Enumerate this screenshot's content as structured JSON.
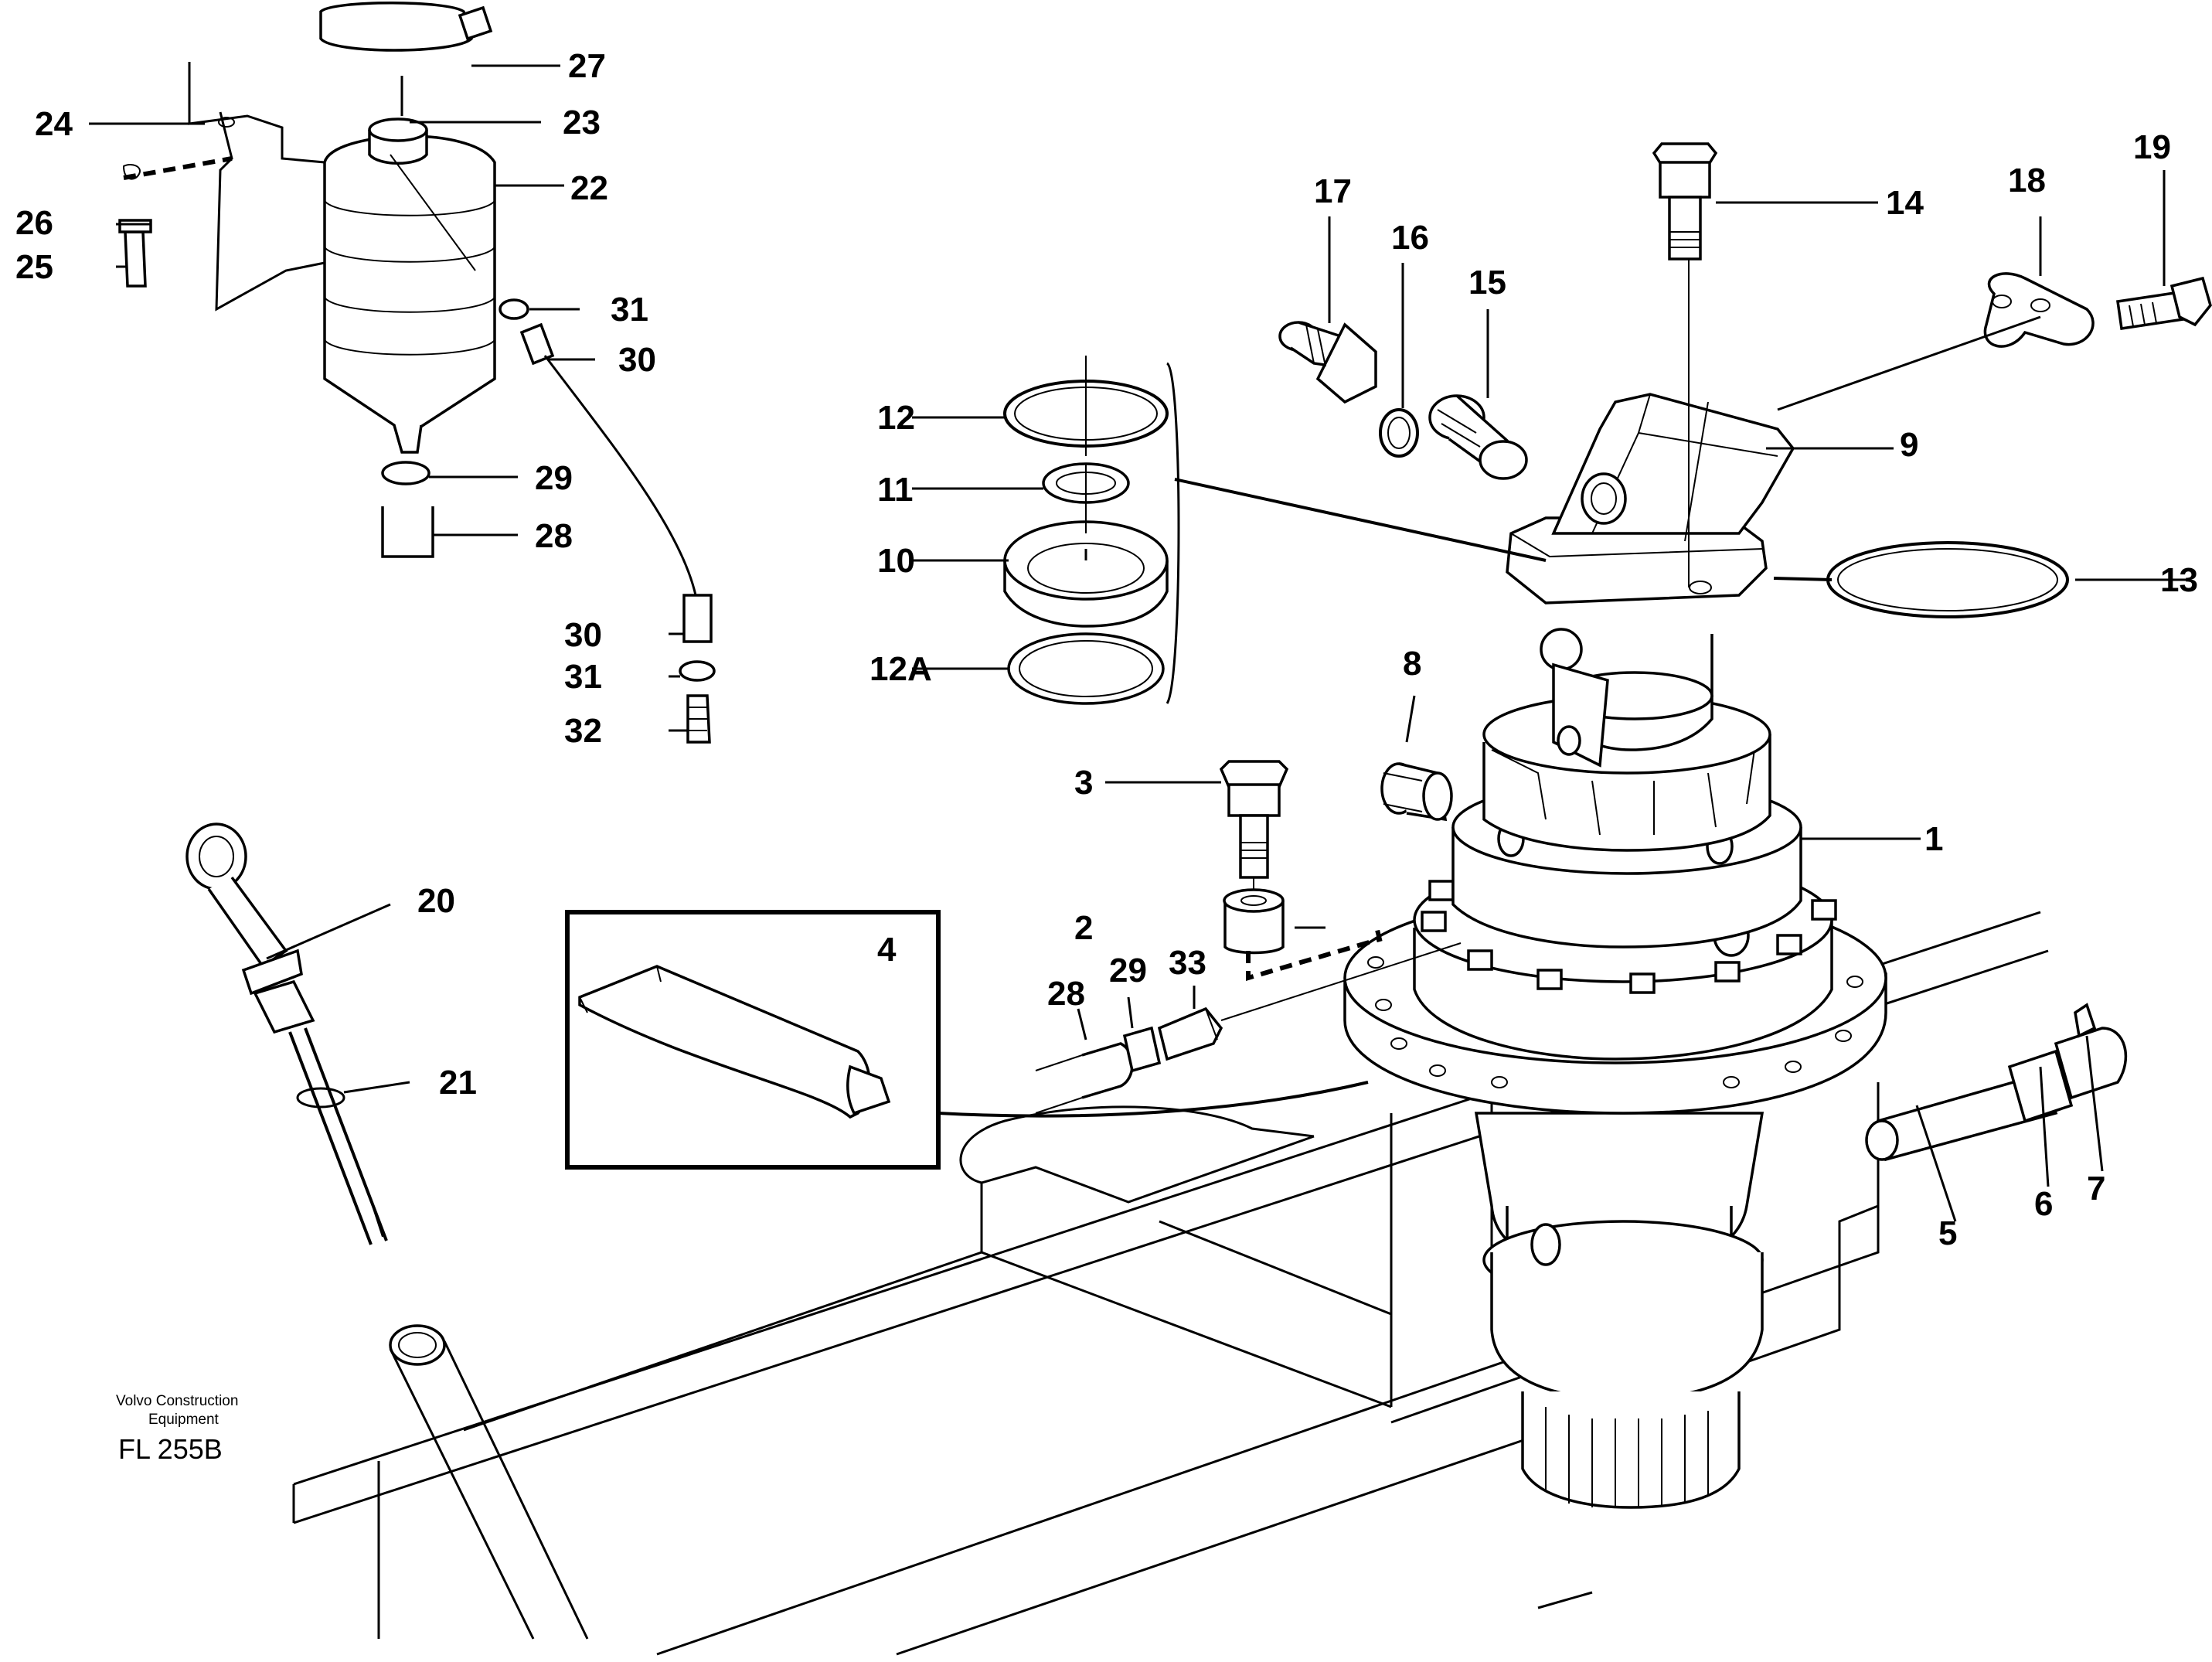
{
  "diagram": {
    "callouts": {
      "c1": "1",
      "c2": "2",
      "c3": "3",
      "c4": "4",
      "c5": "5",
      "c6": "6",
      "c7": "7",
      "c8": "8",
      "c9": "9",
      "c10": "10",
      "c11": "11",
      "c12": "12",
      "c12a": "12A",
      "c13": "13",
      "c14": "14",
      "c15": "15",
      "c16": "16",
      "c17": "17",
      "c18": "18",
      "c19": "19",
      "c20": "20",
      "c21": "21",
      "c22": "22",
      "c23": "23",
      "c24": "24",
      "c25": "25",
      "c26": "26",
      "c27": "27",
      "c28a": "28",
      "c28b": "28",
      "c29a": "29",
      "c29b": "29",
      "c30a": "30",
      "c30b": "30",
      "c31a": "31",
      "c31b": "31",
      "c32": "32",
      "c33": "33"
    },
    "footer": {
      "company_line1": "Volvo Construction",
      "company_line2": "Equipment",
      "figure_code": "FL 255B"
    }
  }
}
